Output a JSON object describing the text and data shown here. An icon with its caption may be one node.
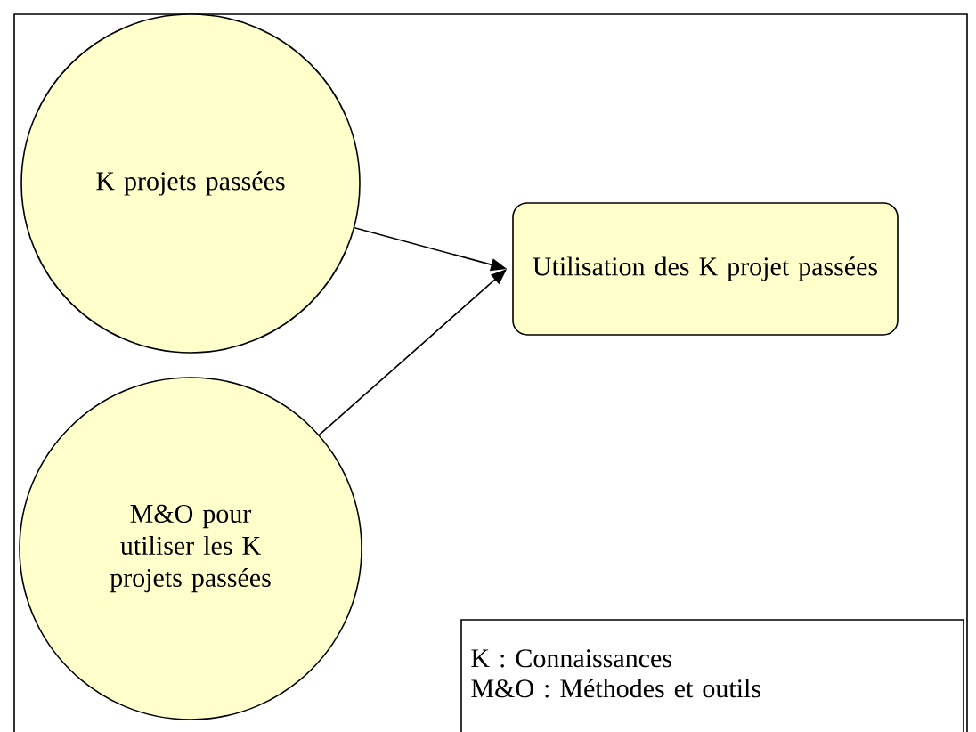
{
  "diagram": {
    "nodes": [
      {
        "text": [
          "K projets passées"
        ]
      },
      {
        "text": [
          "M&O pour utiliser les K projets passées"
        ]
      },
      {
        "text": [
          "Utilisation des K projet passées"
        ]
      },
      {
        "text": [
          "K : Connaissances",
          "M&O : Méthodes et outils"
        ]
      }
    ],
    "edges": [
      {
        "from": 0,
        "to": 2,
        "arrow": "to"
      },
      {
        "from": 1,
        "to": 2,
        "arrow": "to"
      }
    ]
  }
}
